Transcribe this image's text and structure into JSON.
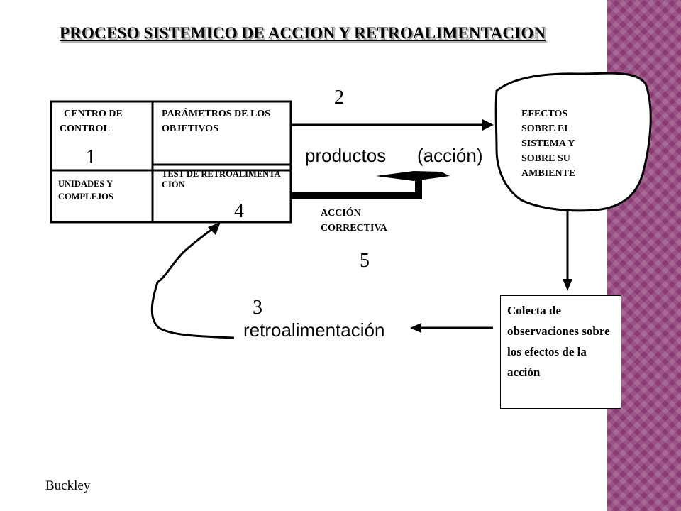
{
  "title": "PROCESO SISTEMICO DE ACCION Y RETROALIMENTACION",
  "blocks": {
    "centro_control": "CENTRO DE CONTROL",
    "unidades": "UNIDADES Y COMPLEJOS",
    "parametros": "PARÁMETROS DE LOS OBJETIVOS",
    "test": "TEST DE RETROALIMENTACIÓN",
    "efectos": "EFECTOS SOBRE EL SISTEMA Y SOBRE SU AMBIENTE",
    "colecta": "Colecta de observaciones sobre los efectos de la acción"
  },
  "labels": {
    "productos": "productos",
    "accion": "(acción)",
    "accion_correctiva": "ACCIÓN CORRECTIVA",
    "retroalimentacion": "retroalimentación"
  },
  "numbers": {
    "n1": "1",
    "n2": "2",
    "n3": "3",
    "n4": "4",
    "n5": "5"
  },
  "footer": "Buckley",
  "colors": {
    "accent_stripe": "#8a3b73"
  }
}
